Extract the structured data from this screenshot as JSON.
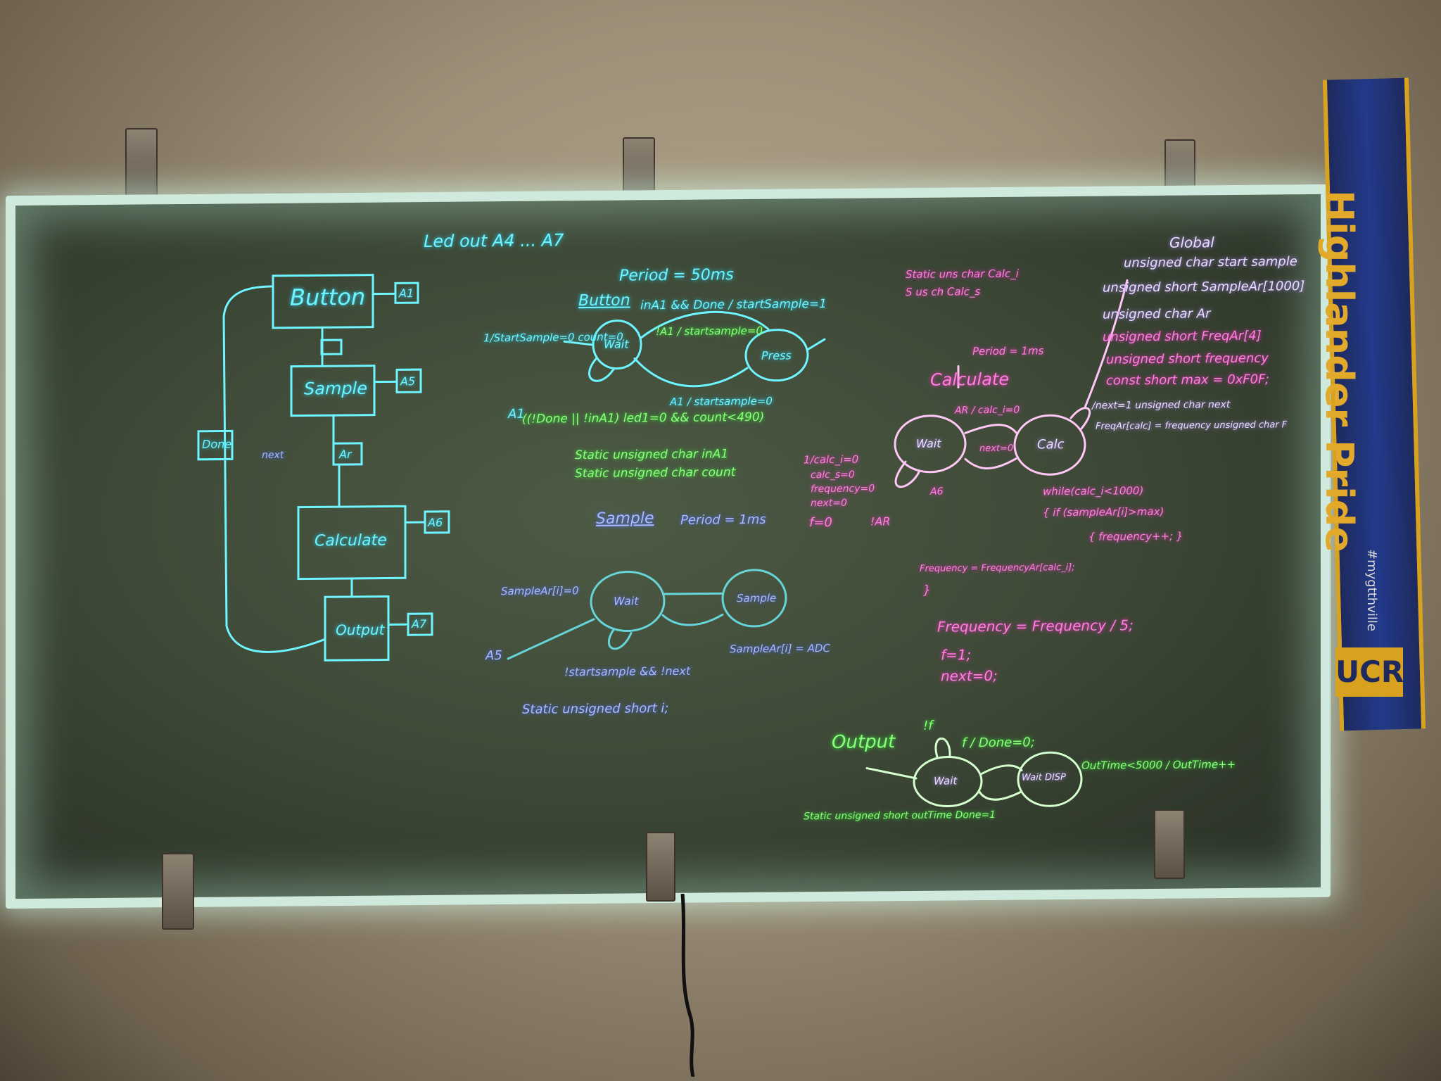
{
  "flowchart": {
    "states": [
      "Button",
      "Sample",
      "Calculate",
      "Output"
    ],
    "outputs": [
      "A1",
      "A5",
      "A6",
      "A7"
    ],
    "flags": [
      "Done",
      "next",
      "Ar"
    ]
  },
  "header": {
    "led_out": "Led out   A4 ... A7"
  },
  "button_sm": {
    "period": "Period = 50ms",
    "title": "Button",
    "state_wait": "Wait",
    "state_press": "Press",
    "notes": [
      "inA1 && Done / startSample=1",
      "!A1 / startsample=0",
      "1/StartSample=0 count=0",
      "A1",
      "((!Done || !inA1) led1=0 && count<490)",
      "A1 / startsample=0",
      "Static unsigned char inA1",
      "Static unsigned char count"
    ]
  },
  "sample_sm": {
    "title": "Sample",
    "period": "Period = 1ms",
    "state_wait": "Wait",
    "state_sample": "Sample",
    "notes": [
      "SampleAr[i]=0",
      "A5",
      "!startsample && !next",
      "SampleAr[i] = ADC",
      "Static unsigned short i;"
    ]
  },
  "calc_decl": {
    "lines": [
      "Static uns char Calc_i",
      "S  us ch Calc_s"
    ],
    "period": "Period = 1ms",
    "title": "Calculate"
  },
  "calc_sm": {
    "state_wait": "Wait",
    "state_calc": "Calc",
    "notes": [
      "AR / calc_i=0",
      "next=0",
      "1/calc_i=0",
      "calc_s=0",
      "frequency=0",
      "next=0",
      "f=0",
      "!AR",
      "A6",
      "while(calc_i<1000)",
      "{ if (sampleAr[i]>max)",
      "{ frequency++; }",
      "Frequency = FrequencyAr[calc_i];",
      "}",
      "Frequency = Frequency / 5;",
      "f=1;",
      "next=0;"
    ]
  },
  "globals": {
    "title": "Global",
    "lines": [
      "unsigned char start sample",
      "unsigned short SampleAr[1000]",
      "unsigned char Ar",
      "unsigned short FreqAr[4]",
      "unsigned short frequency",
      "const short max = 0xF0F;",
      "/next=1   unsigned char next",
      "FreqAr[calc] = frequency   unsigned char F"
    ]
  },
  "output_sm": {
    "title": "Output",
    "state_wait": "Wait",
    "state_disp": "Wait DISP",
    "notes": [
      "!f",
      "f / Done=0;",
      "OutTime<5000 / OutTime++",
      "Static unsigned short outTime  Done=1"
    ]
  },
  "scarf": {
    "text": "Highlander Pride",
    "hashtag": "#mygtthville",
    "tag": "UCR"
  }
}
